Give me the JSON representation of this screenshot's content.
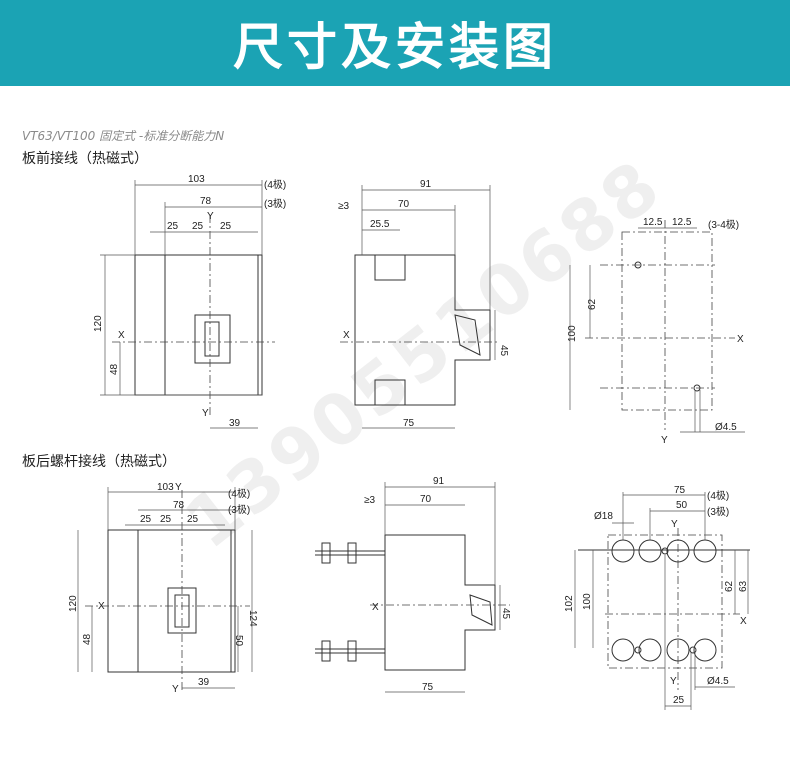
{
  "banner": {
    "title": "尺寸及安装图",
    "color": "#1ba3b4"
  },
  "subtitle": "VT63/VT100 固定式 -标准分断能力N",
  "sections": [
    {
      "heading": "板前接线（热磁式）"
    },
    {
      "heading": "板后螺杆接线（热磁式）"
    }
  ],
  "watermark": "13905510688",
  "front_view": {
    "w4": "103",
    "w3": "78",
    "p1": "25",
    "p2": "25",
    "p3": "25",
    "y": "Y",
    "x": "X",
    "h": "120",
    "h2": "48",
    "b": "39",
    "yb": "Y",
    "l4": "(4极)",
    "l3": "(3极)"
  },
  "side_view": {
    "d": "91",
    "gap": "≥3",
    "d2": "70",
    "d3": "25.5",
    "h": "45",
    "b": "75",
    "x": "X"
  },
  "mount_view": {
    "a": "12.5",
    "b": "12.5",
    "note": "(3-4极)",
    "h": "100",
    "h2": "62",
    "x": "X",
    "hole": "Ø4.5",
    "y": "Y"
  },
  "rear_front": {
    "w4": "103",
    "w3": "78",
    "p1": "25",
    "p2": "25",
    "p3": "25",
    "y": "Y",
    "x": "X",
    "h": "120",
    "h2": "48",
    "h3": "124",
    "h4": "50",
    "b": "39",
    "yb": "Y",
    "l4": "(4极)",
    "l3": "(3极)"
  },
  "rear_side": {
    "d": "91",
    "gap": "≥3",
    "d2": "70",
    "h": "45",
    "b": "75",
    "x": "X"
  },
  "rear_mount": {
    "w4": "75",
    "w3": "50",
    "l4": "(4极)",
    "l3": "(3极)",
    "dia": "Ø18",
    "y": "Y",
    "h1": "102",
    "h2": "100",
    "h3": "62",
    "h4": "63",
    "x": "X",
    "yb": "Y",
    "hole": "Ø4.5",
    "p": "25"
  }
}
